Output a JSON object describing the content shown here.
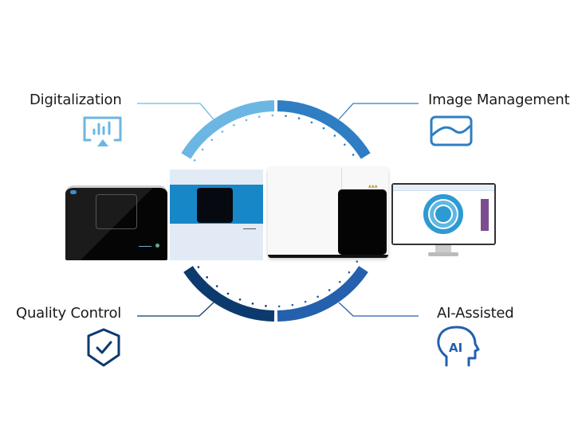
{
  "features": {
    "digitalization": {
      "label": "Digitalization",
      "icon": "presentation-chart-icon",
      "color": "#6cb6e4"
    },
    "image_management": {
      "label": "Image Management",
      "icon": "image-wave-icon",
      "color": "#2f7ec3"
    },
    "quality_control": {
      "label": "Quality Control",
      "icon": "shield-check-icon",
      "color": "#0c3a6e"
    },
    "ai_assisted": {
      "label": "AI-Assisted",
      "icon": "ai-head-icon",
      "color": "#2460ad",
      "icon_text": "AI"
    }
  }
}
